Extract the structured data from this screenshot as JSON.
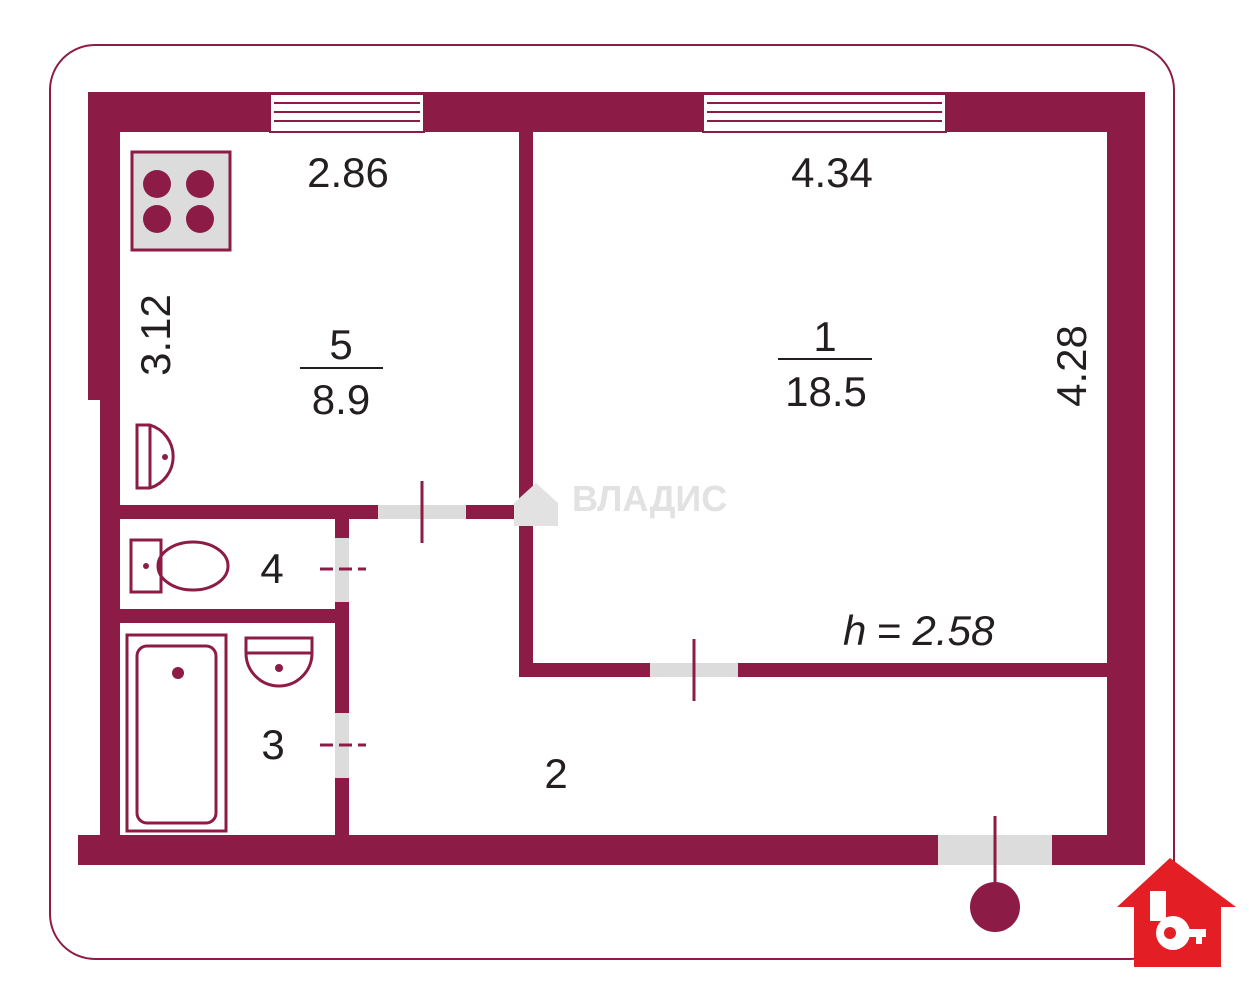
{
  "colors": {
    "wall": "#8c1c46",
    "window_fill": "#ffffff",
    "door_gap": "#dcdcdc",
    "text": "#231f20",
    "logo_red": "#e31e24",
    "watermark": "#e2e2e2"
  },
  "rooms": [
    {
      "number": "1",
      "area": "18.5"
    },
    {
      "number": "2"
    },
    {
      "number": "3"
    },
    {
      "number": "4"
    },
    {
      "number": "5",
      "area": "8.9"
    }
  ],
  "dimensions": {
    "kitchen_width": "2.86",
    "kitchen_length": "3.12",
    "room_width": "4.34",
    "room_length": "4.28"
  },
  "ceiling": {
    "symbol": "h",
    "value": "= 2.58"
  },
  "watermark": {
    "text": "ВЛАДИС",
    "icon": "house-icon"
  },
  "logo": {
    "icon": "house-key-icon"
  },
  "fixtures": [
    "stove-icon",
    "sink-icon",
    "toilet-icon",
    "bathtub-icon",
    "entrance-marker-icon"
  ]
}
